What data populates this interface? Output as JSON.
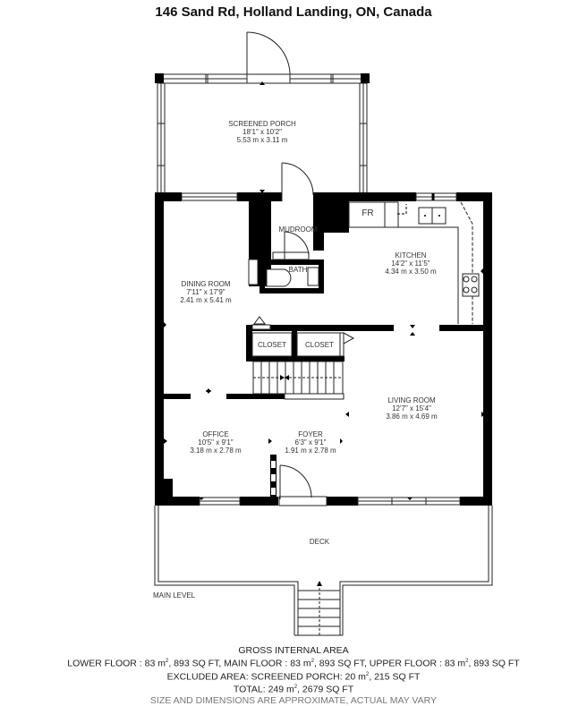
{
  "header": {
    "title": "146 Sand Rd, Holland Landing, ON, Canada"
  },
  "rooms": {
    "screened_porch": {
      "name": "SCREENED PORCH",
      "imperial": "18'1\" x 10'2\"",
      "metric": "5.53 m x 3.11 m"
    },
    "mudroom": {
      "name": "MUDROOM"
    },
    "bath": {
      "name": "BATH"
    },
    "fridge": {
      "name": "FR"
    },
    "kitchen": {
      "name": "KITCHEN",
      "imperial": "14'2\" x 11'5\"",
      "metric": "4.34 m x 3.50 m"
    },
    "dining_room": {
      "name": "DINING ROOM",
      "imperial": "7'11\" x 17'9\"",
      "metric": "2.41 m x 5.41 m"
    },
    "closet_1": {
      "name": "CLOSET"
    },
    "closet_2": {
      "name": "CLOSET"
    },
    "living_room": {
      "name": "LIVING ROOM",
      "imperial": "12'7\" x 15'4\"",
      "metric": "3.86 m x 4.69 m"
    },
    "office": {
      "name": "OFFICE",
      "imperial": "10'5\" x 9'1\"",
      "metric": "3.18 m x 2.78 m"
    },
    "foyer": {
      "name": "FOYER",
      "imperial": "6'3\" x 9'1\"",
      "metric": "1.91 m x 2.78 m"
    },
    "deck": {
      "name": "DECK"
    }
  },
  "level_label": "MAIN LEVEL",
  "footer": {
    "heading": "GROSS INTERNAL AREA",
    "floors_line": {
      "lower_label": "LOWER FLOOR : 83 m",
      "lower_rest": ", 893 SQ FT, MAIN FLOOR : 83 m",
      "main_rest": ", 893 SQ FT, UPPER FLOOR : 83 m",
      "upper_rest": ", 893 SQ FT"
    },
    "excluded_line": {
      "pre": "EXCLUDED AREA: SCREENED PORCH: 20 m",
      "post": ", 215 SQ FT"
    },
    "total_line": {
      "pre": "TOTAL: 249 m",
      "post": ", 2679 SQ FT"
    },
    "superscript": "2",
    "disclaimer": "SIZE AND DIMENSIONS ARE APPROXIMATE, ACTUAL MAY VARY"
  },
  "colors": {
    "wall": "#000000",
    "line": "#222222",
    "background": "#ffffff"
  }
}
